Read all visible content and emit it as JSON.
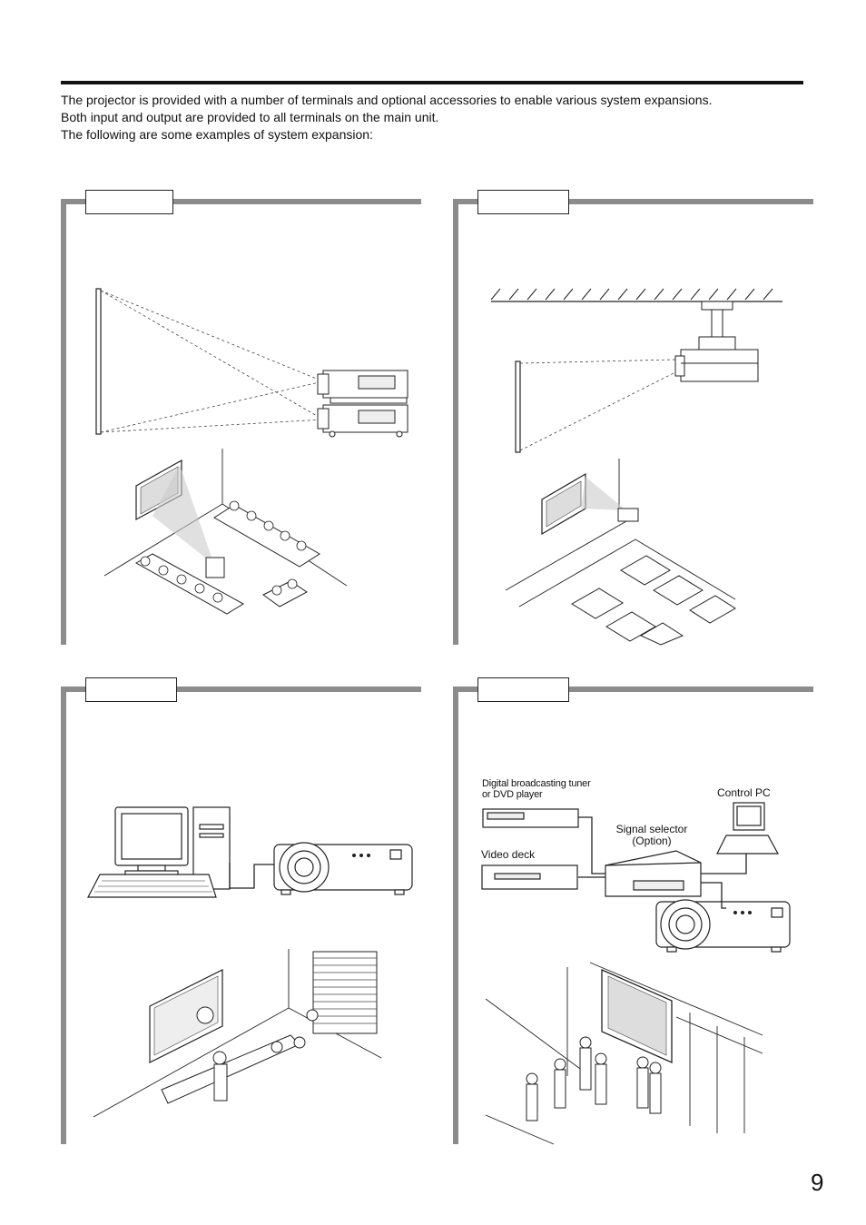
{
  "intro": {
    "line1": "The projector is provided with a number of terminals and optional accessories to enable various system expansions.",
    "line2": "Both input and output are provided to all terminals on the main unit.",
    "line3": "The following are some examples of system expansion:"
  },
  "expansion_diagram": {
    "tuner_label_line1": "Digital broadcasting tuner",
    "tuner_label_line2": "or DVD player",
    "control_pc_label": "Control PC",
    "signal_selector_label": "Signal selector",
    "signal_selector_option": "(Option)",
    "video_deck_label": "Video deck"
  },
  "page_number": "9"
}
